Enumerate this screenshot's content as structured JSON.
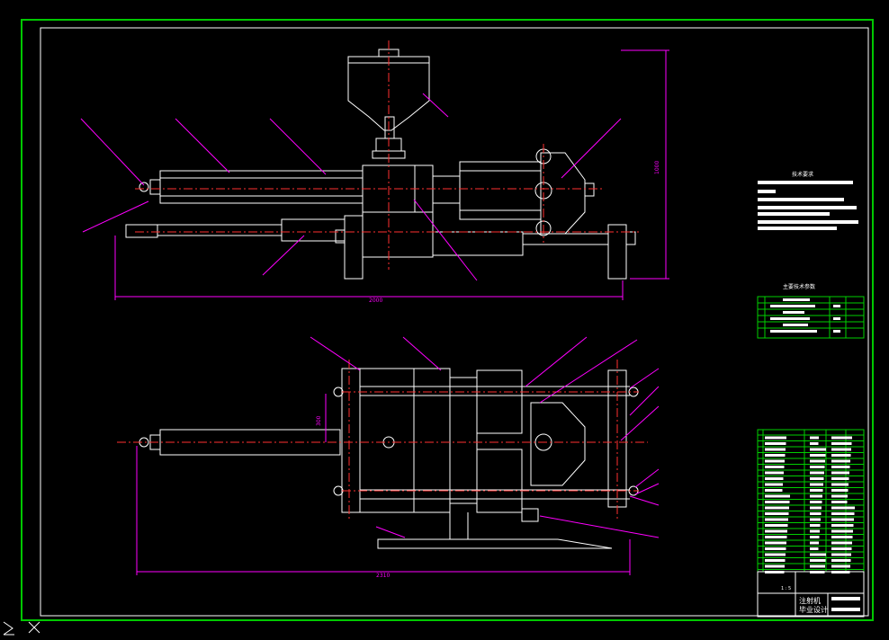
{
  "drawing": {
    "title_block": {
      "drawing_name": "注射机",
      "subtitle": "毕业设计",
      "scale": "1 : 5"
    },
    "technical_requirements": {
      "heading": "技术要求"
    },
    "main_params_table": {
      "heading": "主要技术参数"
    },
    "dimensions": {
      "overall_length_top": "2000",
      "overall_length_bottom": "2310",
      "height_right": "1000",
      "spacing_left": "300"
    }
  },
  "colors": {
    "background": "#000000",
    "outline": "#ffffff",
    "leader": "#ff00ff",
    "centerline": "#ff3030",
    "frame": "#00c800",
    "table": "#00d000",
    "dim": "#ff00ff"
  },
  "ui": {
    "ucs_icon": "ucs-axis-icon",
    "cursor_icon": "x-crosshair-icon"
  }
}
